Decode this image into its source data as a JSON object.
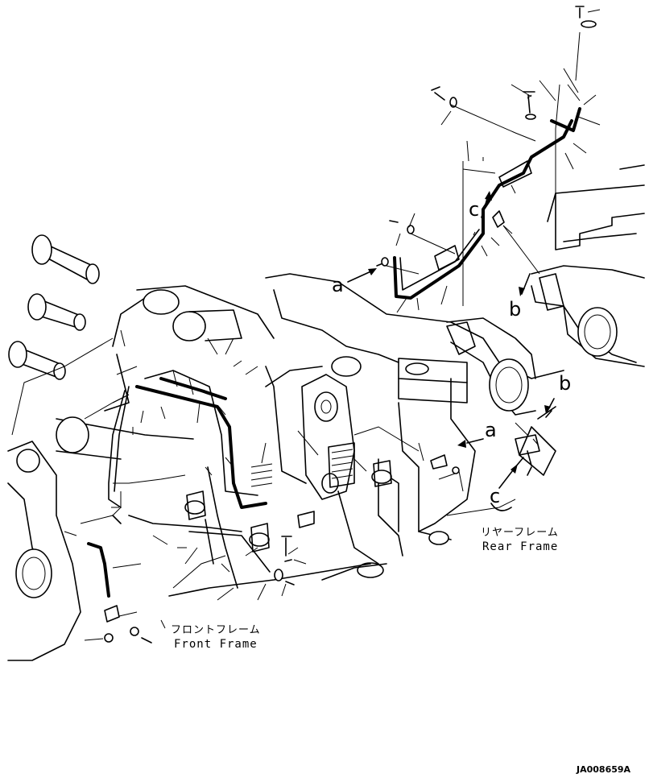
{
  "labels": {
    "a_upper": "a",
    "c_upper": "c",
    "b_upper": "b",
    "b_lower": "b",
    "a_lower": "a",
    "c_lower": "c"
  },
  "frames": {
    "rear_jp": "リヤーフレーム",
    "rear_en": "Rear Frame",
    "front_jp": "フロントフレーム",
    "front_en": "Front Frame"
  },
  "drawing_code": "JA008659A"
}
